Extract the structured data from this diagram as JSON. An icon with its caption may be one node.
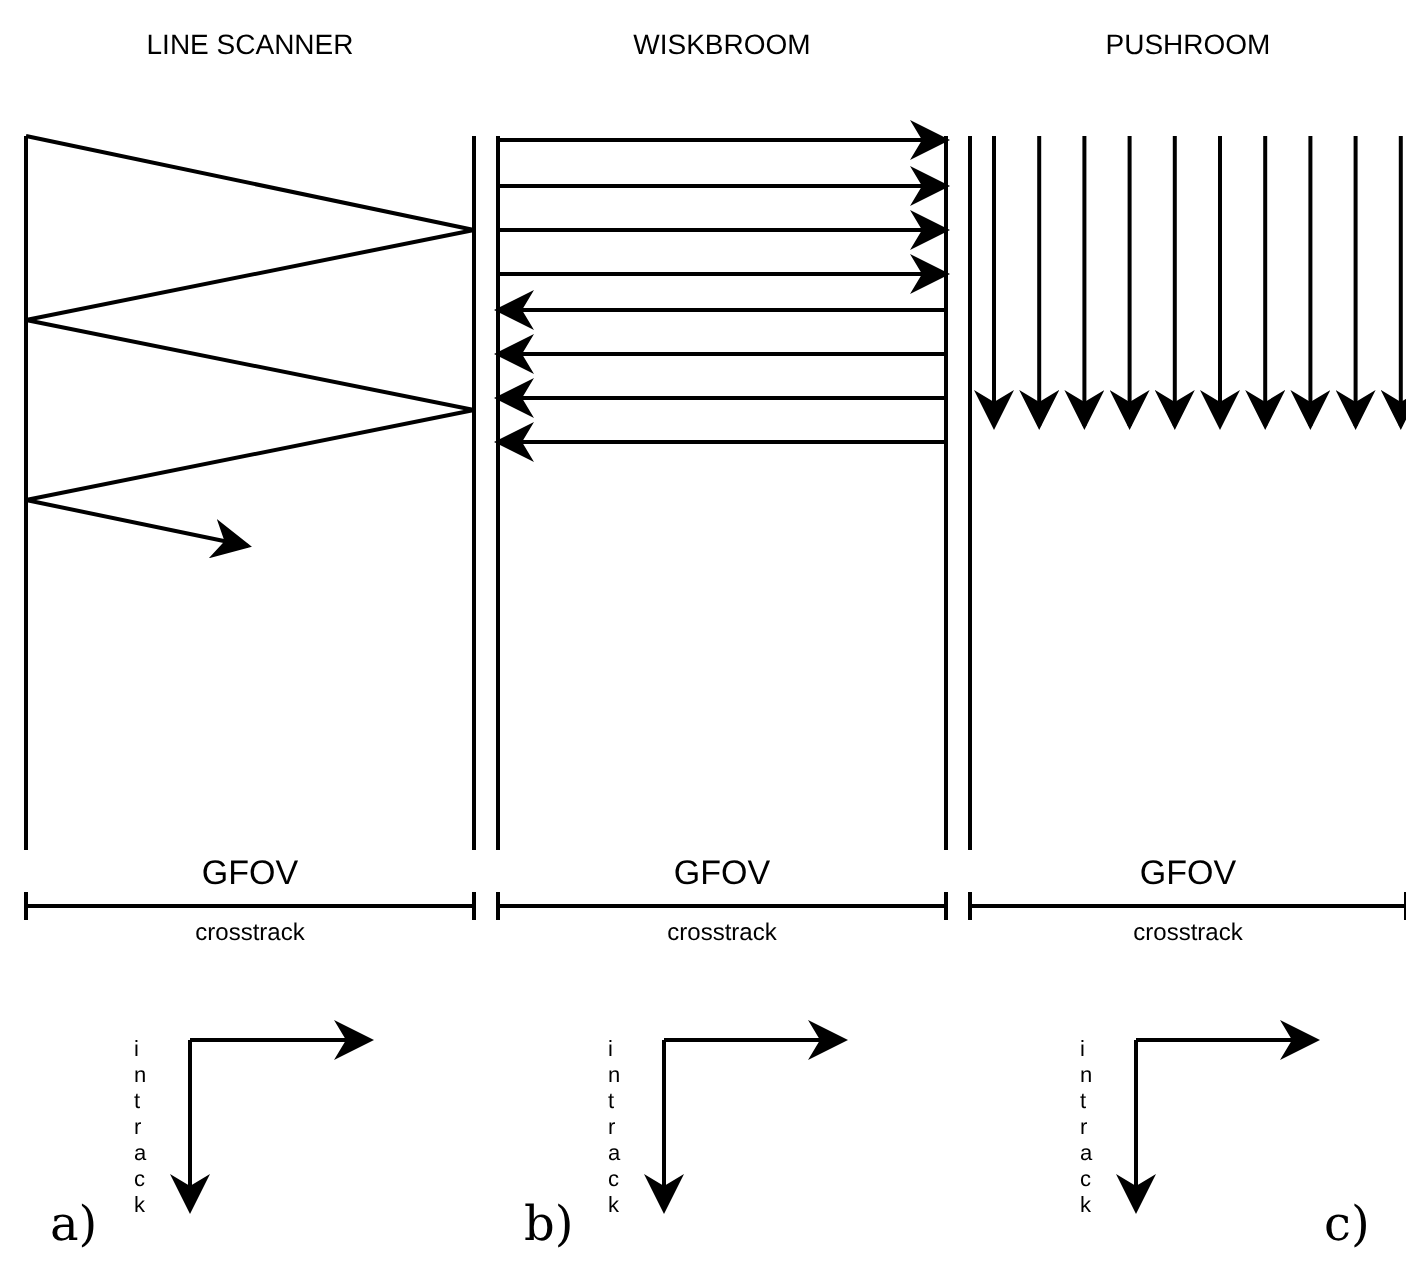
{
  "diagram": {
    "labels": [
      "LINE SCANNER",
      "WISKBROOM",
      "PUSHROOM",
      "GFOV",
      "GFOV",
      "GFOV",
      "crosstrack",
      "crosstrack",
      "crosstrack",
      "intrack",
      "intrack",
      "intrack",
      "a)",
      "b)",
      "c)"
    ]
  }
}
